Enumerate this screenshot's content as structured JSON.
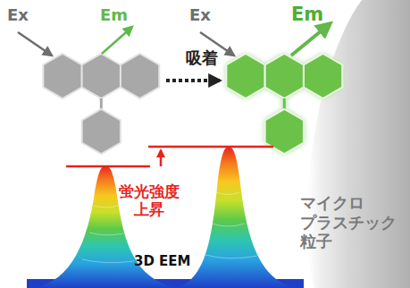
{
  "diagram": {
    "labels": [
      "Ex",
      "Em",
      "吸着",
      "Ex",
      "Em",
      "蛍光強度 上昇",
      "3D EEM",
      "マイクロ プラスチック 粒子"
    ]
  }
}
